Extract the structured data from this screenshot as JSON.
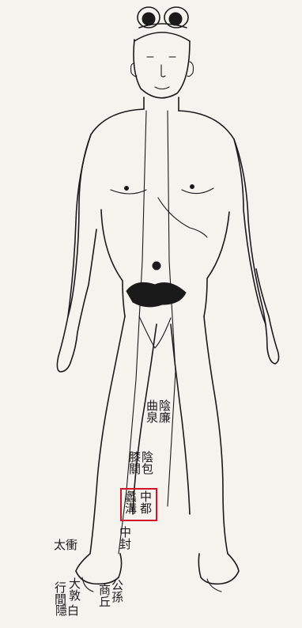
{
  "labels": {
    "a": "陰廉",
    "b": "曲泉",
    "c": "陰包",
    "d": "膝關",
    "e": "中都",
    "f": "蠡溝",
    "g": "中封",
    "h": "太衝",
    "i": "大敦",
    "j": "行間",
    "k": "公孫",
    "l": "商丘",
    "m": "隱白"
  },
  "colors": {
    "ink": "#1a1a1a",
    "paper": "#f5f3ee",
    "highlight": "#d0142c"
  }
}
